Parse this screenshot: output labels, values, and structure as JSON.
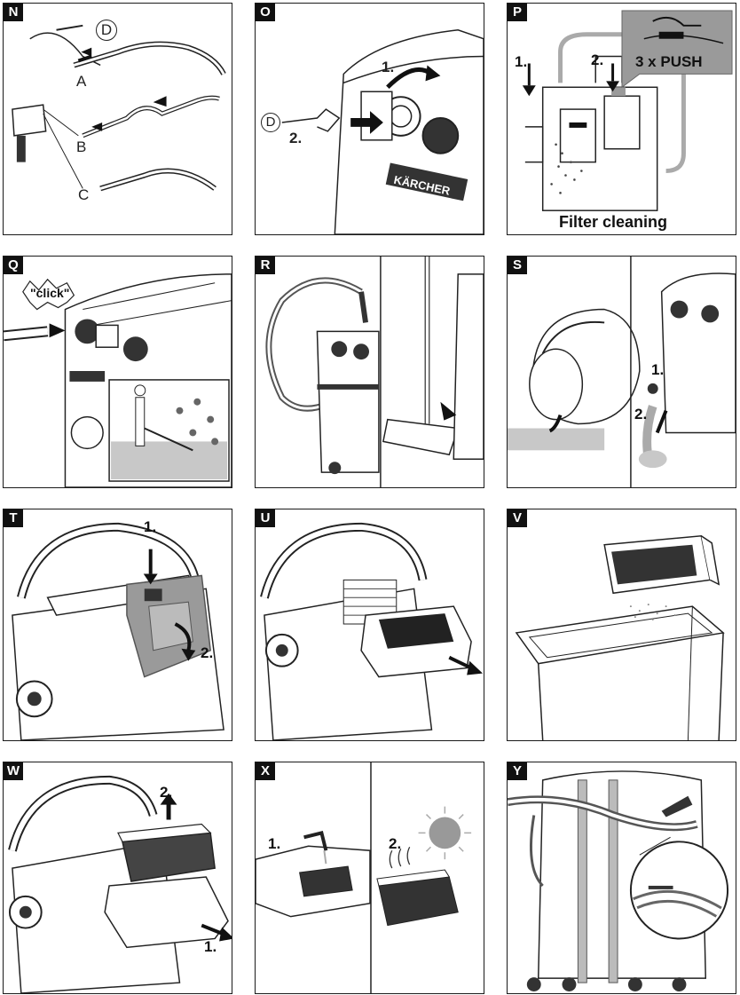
{
  "panels": {
    "N": {
      "label": "N",
      "callouts": [
        "D",
        "A",
        "B",
        "C"
      ]
    },
    "O": {
      "label": "O",
      "callouts": [
        "1.",
        "D",
        "2."
      ]
    },
    "P": {
      "label": "P",
      "step1": "1.",
      "step2": "2.",
      "push": "3 x PUSH",
      "caption": "Filter cleaning"
    },
    "Q": {
      "label": "Q",
      "click": "\"click\""
    },
    "R": {
      "label": "R"
    },
    "S": {
      "label": "S",
      "step1": "1.",
      "step2": "2."
    },
    "T": {
      "label": "T",
      "step1": "1.",
      "step2": "2."
    },
    "U": {
      "label": "U"
    },
    "V": {
      "label": "V"
    },
    "W": {
      "label": "W",
      "step1": "1.",
      "step2": "2."
    },
    "X": {
      "label": "X",
      "step1": "1.",
      "step2": "2."
    },
    "Y": {
      "label": "Y"
    }
  },
  "brand": "KÄRCHER",
  "colors": {
    "ink": "#1a1a1a",
    "mid_gray": "#8c8c8c",
    "light_gray": "#c8c8c8",
    "callout_bg": "#9a9a9a"
  }
}
